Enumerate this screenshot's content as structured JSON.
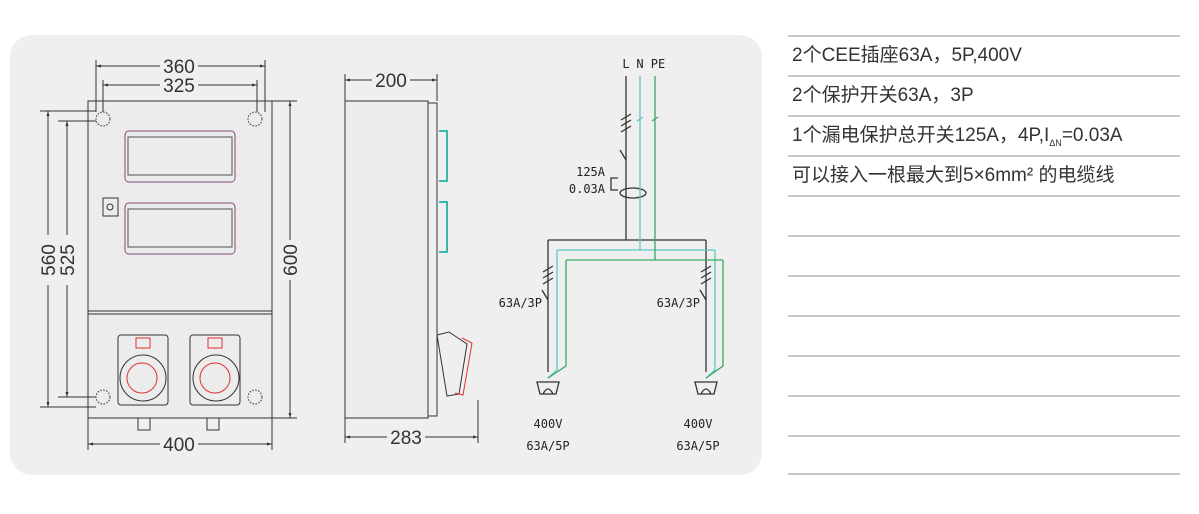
{
  "front_view": {
    "dim_width_outer": "360",
    "dim_width_inner": "325",
    "dim_height_outer": "560",
    "dim_height_inner": "525",
    "dim_total_height": "600",
    "dim_total_width": "400"
  },
  "side_view": {
    "dim_depth_body": "200",
    "dim_depth_total": "283"
  },
  "schematic": {
    "line_l": "L",
    "line_n": "N",
    "line_pe": "PE",
    "main_breaker_current": "125A",
    "main_breaker_residual": "0.03A",
    "branch_left_breaker": "63A/3P",
    "branch_right_breaker": "63A/3P",
    "socket_left_voltage": "400V",
    "socket_left_rating": "63A/5P",
    "socket_right_voltage": "400V",
    "socket_right_rating": "63A/5P"
  },
  "specs": {
    "rows": [
      {
        "text": "2个CEE插座63A，5P,400V"
      },
      {
        "text": "2个保护开关63A，3P"
      },
      {
        "text_before": "1个漏电保护总开关125A，4P,I",
        "subscript": "ΔN",
        "text_after": "=0.03A"
      },
      {
        "text": "可以接入一根最大到5×6mm² 的电缆线"
      }
    ]
  },
  "colors": {
    "neutral": "#5cc6c6",
    "earth": "#3aa860",
    "live": "#333333",
    "socket_red": "#e03030"
  }
}
